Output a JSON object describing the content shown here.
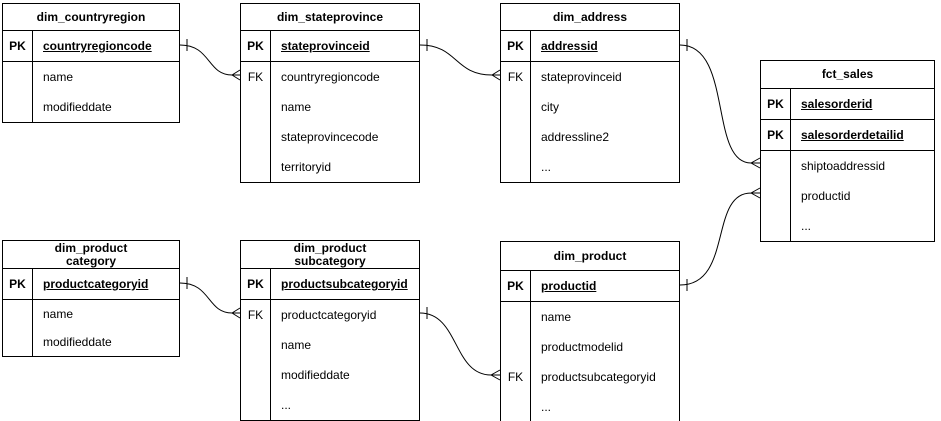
{
  "entities": [
    {
      "title": "dim_countryregion",
      "rows": [
        {
          "key": "PK",
          "name": "countryregioncode"
        },
        {
          "key": "",
          "name": "name"
        },
        {
          "key": "",
          "name": "modifieddate"
        }
      ]
    },
    {
      "title": "dim_stateprovince",
      "rows": [
        {
          "key": "PK",
          "name": "stateprovinceid"
        },
        {
          "key": "FK",
          "name": "countryregioncode"
        },
        {
          "key": "",
          "name": "name"
        },
        {
          "key": "",
          "name": "stateprovincecode"
        },
        {
          "key": "",
          "name": "territoryid"
        }
      ]
    },
    {
      "title": "dim_address",
      "rows": [
        {
          "key": "PK",
          "name": "addressid"
        },
        {
          "key": "FK",
          "name": "stateprovinceid"
        },
        {
          "key": "",
          "name": "city"
        },
        {
          "key": "",
          "name": "addressline2"
        },
        {
          "key": "",
          "name": "..."
        }
      ]
    },
    {
      "title": "fct_sales",
      "rows": [
        {
          "key": "PK",
          "name": "salesorderid"
        },
        {
          "key": "PK",
          "name": "salesorderdetailid"
        },
        {
          "key": "",
          "name": "shiptoaddressid"
        },
        {
          "key": "",
          "name": "productid"
        },
        {
          "key": "",
          "name": "..."
        }
      ]
    },
    {
      "title": "dim_product\ncategory",
      "rows": [
        {
          "key": "PK",
          "name": "productcategoryid"
        },
        {
          "key": "",
          "name": "name"
        },
        {
          "key": "",
          "name": "modifieddate"
        }
      ]
    },
    {
      "title": "dim_product\nsubcategory",
      "rows": [
        {
          "key": "PK",
          "name": "productsubcategoryid"
        },
        {
          "key": "FK",
          "name": "productcategoryid"
        },
        {
          "key": "",
          "name": "name"
        },
        {
          "key": "",
          "name": "modifieddate"
        },
        {
          "key": "",
          "name": "..."
        }
      ]
    },
    {
      "title": "dim_product",
      "rows": [
        {
          "key": "PK",
          "name": "productid"
        },
        {
          "key": "",
          "name": "name"
        },
        {
          "key": "",
          "name": "productmodelid"
        },
        {
          "key": "FK",
          "name": "productsubcategoryid"
        },
        {
          "key": "",
          "name": "..."
        }
      ]
    }
  ],
  "relationships": [
    {
      "from_table": "dim_countryregion",
      "from_field": "countryregioncode",
      "to_table": "dim_stateprovince",
      "to_field": "countryregioncode",
      "from_cardinality": "one",
      "to_cardinality": "many"
    },
    {
      "from_table": "dim_stateprovince",
      "from_field": "stateprovinceid",
      "to_table": "dim_address",
      "to_field": "stateprovinceid",
      "from_cardinality": "one",
      "to_cardinality": "many"
    },
    {
      "from_table": "dim_address",
      "from_field": "addressid",
      "to_table": "fct_sales",
      "to_field": "shiptoaddressid",
      "from_cardinality": "one",
      "to_cardinality": "many"
    },
    {
      "from_table": "dim_product",
      "from_field": "productid",
      "to_table": "fct_sales",
      "to_field": "productid",
      "from_cardinality": "one",
      "to_cardinality": "many"
    },
    {
      "from_table": "dim_productcategory",
      "from_field": "productcategoryid",
      "to_table": "dim_productsubcategory",
      "to_field": "productcategoryid",
      "from_cardinality": "one",
      "to_cardinality": "many"
    },
    {
      "from_table": "dim_productsubcategory",
      "from_field": "productsubcategoryid",
      "to_table": "dim_product",
      "to_field": "productsubcategoryid",
      "from_cardinality": "one",
      "to_cardinality": "many"
    }
  ],
  "colors": {
    "line": "#000000",
    "background": "#ffffff",
    "text": "#000000"
  }
}
